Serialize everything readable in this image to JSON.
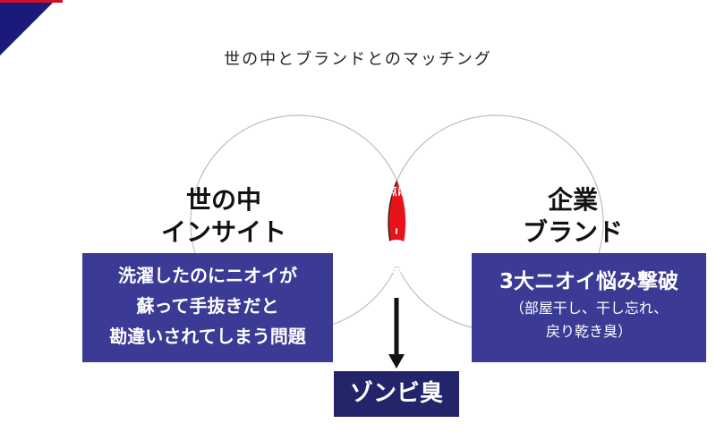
{
  "title": "世の中とブランドとのマッチング",
  "left_circle": {
    "label_line1": "世の中",
    "label_line2": "インサイト",
    "box_lines": [
      "洗濯したのにニオイが",
      "蘇って手抜きだと",
      "勘違いされてしまう問題"
    ]
  },
  "right_circle": {
    "label_line1": "企業",
    "label_line2": "ブランド",
    "box_main": "3大ニオイ悩み撃破",
    "box_sub_lines": [
      "（部屋干し、干し忘れ、",
      "戻り乾き臭）"
    ]
  },
  "intersection": {
    "label": "接点は？",
    "icon": "lightbulb-icon"
  },
  "result": "ゾンビ臭",
  "colors": {
    "corner": "#1a1a7a",
    "intersection": "#e8121a",
    "box": "#3b3a94",
    "result_box": "#24246a"
  }
}
